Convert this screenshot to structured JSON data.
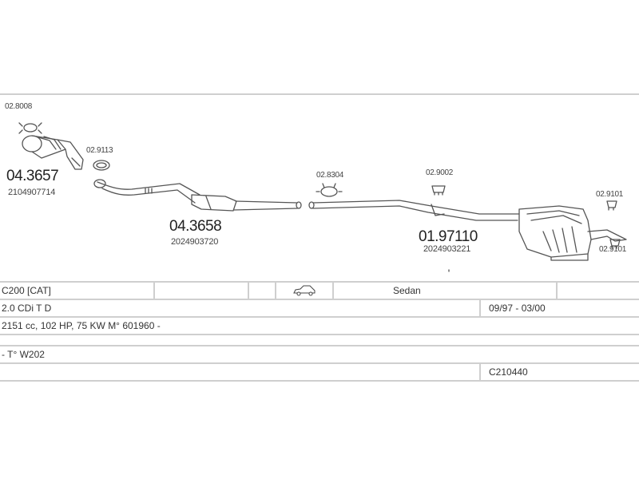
{
  "parts": [
    {
      "code": "02.8008"
    },
    {
      "code": "02.9113"
    },
    {
      "code": "02.8304"
    },
    {
      "code": "02.9002"
    },
    {
      "code": "02.9101"
    },
    {
      "code": "02.9101"
    }
  ],
  "main_parts": [
    {
      "part_number": "04.3657",
      "oem": "2104907714"
    },
    {
      "part_number": "04.3658",
      "oem": "2024903720"
    },
    {
      "part_number": "01.97110",
      "oem": "2024903221"
    }
  ],
  "spec": {
    "model": "C200  [CAT]",
    "body_type": "Sedan",
    "engine": "2.0 CDi T D",
    "years": "09/97 - 03/00",
    "details": "2151 cc, 102 HP, 75 KW M° 601960 -",
    "chassis": "- T° W202",
    "kit_code": "C210440"
  },
  "icons": {
    "car": "sedan-car-icon"
  }
}
